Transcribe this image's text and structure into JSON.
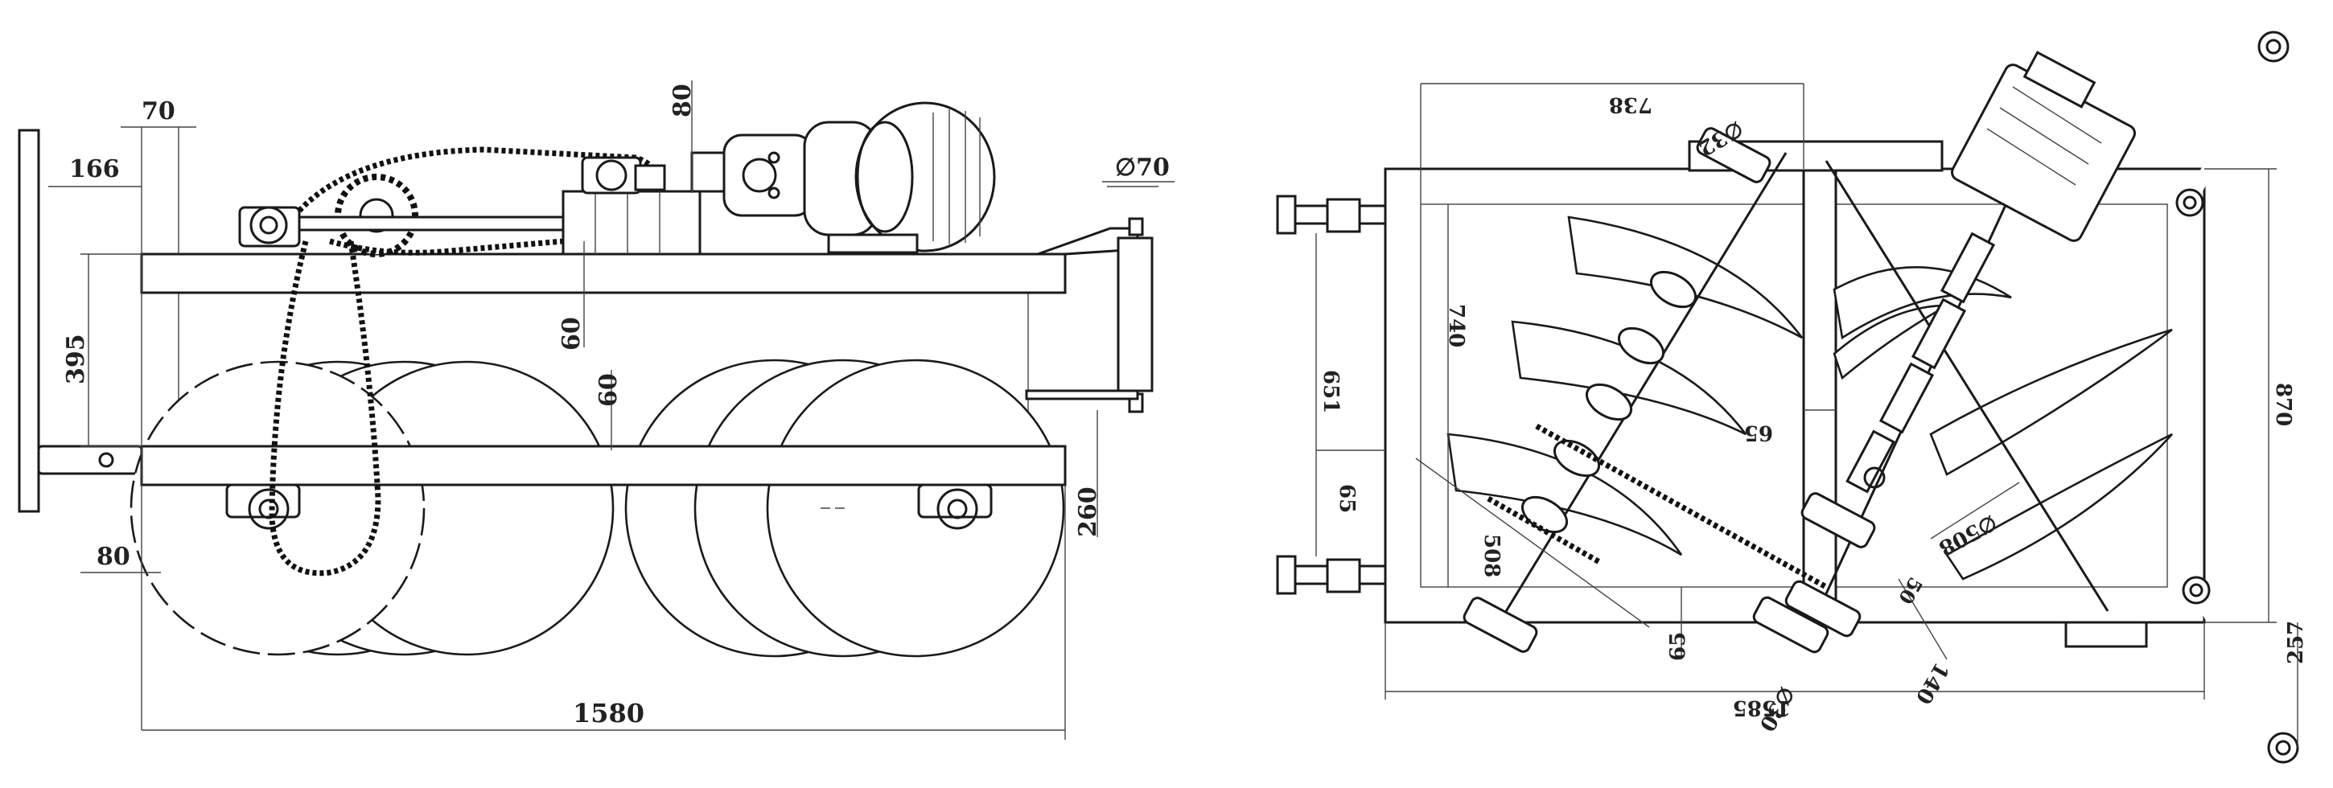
{
  "left_view": {
    "dims": {
      "d70": "70",
      "d166": "166",
      "d80_top": "80",
      "d395": "395",
      "d60_a": "60",
      "d60_b": "60",
      "d80_bottom": "80",
      "d260": "260",
      "d1580": "1580",
      "dia70": "∅70"
    }
  },
  "right_view": {
    "dims": {
      "d738": "738",
      "dia32": "∅32",
      "d740": "740",
      "d651": "651",
      "d65_left": "65",
      "d65_mid": "65",
      "d870": "870",
      "d508_left": "508",
      "dia508": "∅508",
      "d50": "50",
      "d140": "140",
      "d65_bottom": "65",
      "dia30": "∅30",
      "d1585": "1585",
      "d257": "257"
    }
  }
}
